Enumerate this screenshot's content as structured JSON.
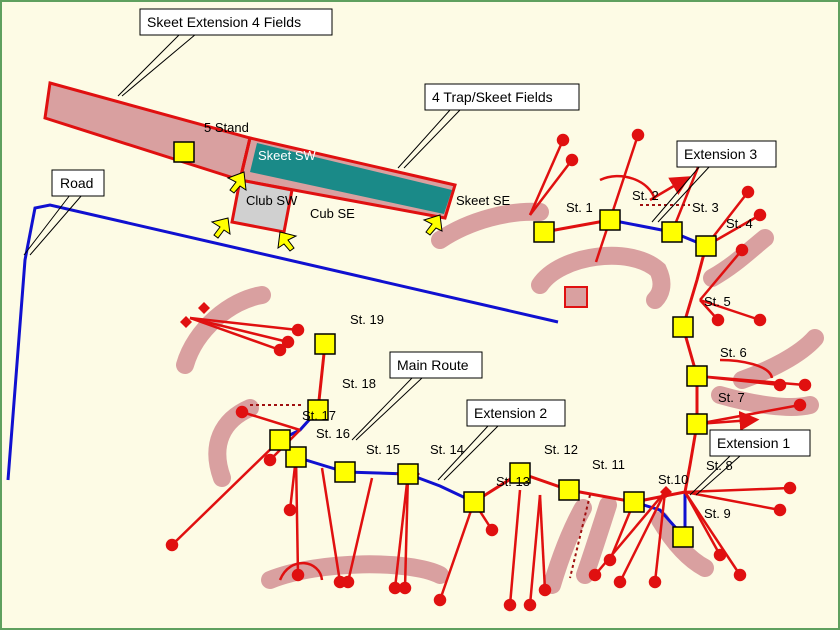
{
  "colors": {
    "background": "#FDFBE5",
    "frame": "#5FA05F",
    "berm": "#D9A0A0",
    "field_fill": "#D9A0A0",
    "field_stroke": "#E01010",
    "teal": "#1A8A88",
    "gray": "#D0D0D0",
    "route": "#E01010",
    "extension": "#1010D0",
    "station": "#FFFF00",
    "arrow_icon": "#FFFF00"
  },
  "callouts": {
    "skeet_extension": "Skeet Extension 4 Fields",
    "trap_skeet": "4 Trap/Skeet Fields",
    "road": "Road",
    "extension3": "Extension 3",
    "main_route": "Main Route",
    "extension2": "Extension 2",
    "extension1": "Extension 1"
  },
  "labels": {
    "five_stand": "5 Stand",
    "skeet_sw": "Skeet SW",
    "club_sw": "Club SW",
    "cub_se": "Cub SE",
    "skeet_se": "Skeet SE"
  },
  "stations": {
    "st1": "St. 1",
    "st2": "St. 2",
    "st3": "St. 3",
    "st4": "St. 4",
    "st5": "St. 5",
    "st6": "St. 6",
    "st7": "St. 7",
    "st8": "St. 8",
    "st9": "St. 9",
    "st10": "St.10",
    "st11": "St. 11",
    "st12": "St. 12",
    "st13": "St. 13",
    "st14": "St. 14",
    "st15": "St. 15",
    "st16": "St. 16",
    "st17": "St. 17",
    "st18": "St. 18",
    "st19": "St. 19"
  },
  "icons": {
    "station_marker": "yellow-square-icon",
    "field_entry": "yellow-arrow-icon",
    "target_endpoint": "red-dot-icon"
  }
}
